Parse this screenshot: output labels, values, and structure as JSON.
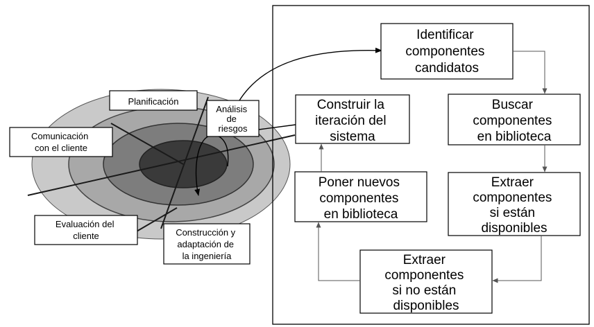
{
  "spiral_labels": {
    "planificacion": [
      "Planificación"
    ],
    "analisis": [
      "Análisis",
      "de",
      "riesgos"
    ],
    "comunicacion": [
      "Comunicación",
      "con el cliente"
    ],
    "evaluacion": [
      "Evaluación del",
      "cliente"
    ],
    "construccion": [
      "Construcción y",
      "adaptación de",
      "la ingeniería"
    ]
  },
  "process_steps": {
    "identificar": [
      "Identificar",
      "componentes",
      "candidatos"
    ],
    "buscar": [
      "Buscar",
      "componentes",
      "en biblioteca"
    ],
    "extraer_disponibles": [
      "Extraer",
      "componentes",
      "si están",
      "disponibles"
    ],
    "extraer_no_disponibles": [
      "Extraer",
      "componentes",
      "si no están",
      "disponibles"
    ],
    "poner": [
      "Poner nuevos",
      "componentes",
      "en biblioteca"
    ],
    "construir": [
      "Construir la",
      "iteración del",
      "sistema"
    ]
  },
  "colors": {
    "ring_outer": "#c9c9c9",
    "ring_2": "#a8a8a8",
    "ring_3": "#7d7d7d",
    "core": "#3a3a3a",
    "line": "#000000"
  }
}
